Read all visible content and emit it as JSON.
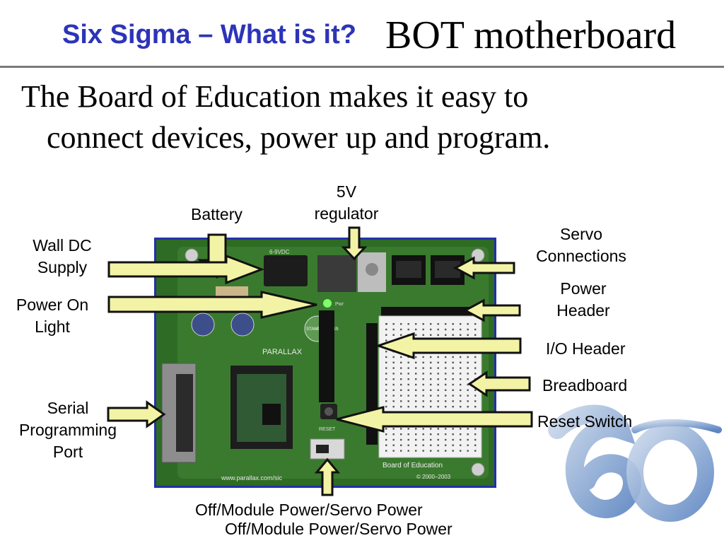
{
  "header": {
    "title": "Six Sigma – What is it?"
  },
  "slide": {
    "title": "BOT motherboard",
    "body_line1": "The Board of Education makes it easy to",
    "body_line2": "connect devices, power up and program."
  },
  "labels": {
    "battery": "Battery",
    "regulator_l1": "5V",
    "regulator_l2": "regulator",
    "wall_dc_l1": "Wall DC",
    "wall_dc_l2": "Supply",
    "power_on_l1": "Power On",
    "power_on_l2": "Light",
    "serial_l1": "Serial",
    "serial_l2": "Programming",
    "serial_l3": "Port",
    "servo_l1": "Servo",
    "servo_l2": "Connections",
    "power_header_l1": "Power",
    "power_header_l2": "Header",
    "io_header": "I/O Header",
    "breadboard": "Breadboard",
    "reset_switch": "Reset Switch",
    "off_module_1": "Off/Module Power/Servo Power",
    "off_module_2": "Off/Module Power/Servo Power"
  },
  "board": {
    "url": "www.parallax.com/sic",
    "name": "Board of Education",
    "copyright": "© 2000–2003",
    "brand": "PARALLAX",
    "stamps": "STAMPS CLASS",
    "pwr": "Pwr",
    "reset": "RESET"
  },
  "colors": {
    "accent_blue": "#2d34b8",
    "frame_blue": "#2330a8",
    "arrow_fill": "#f3f3a6",
    "board_green": "#2e6b25"
  }
}
